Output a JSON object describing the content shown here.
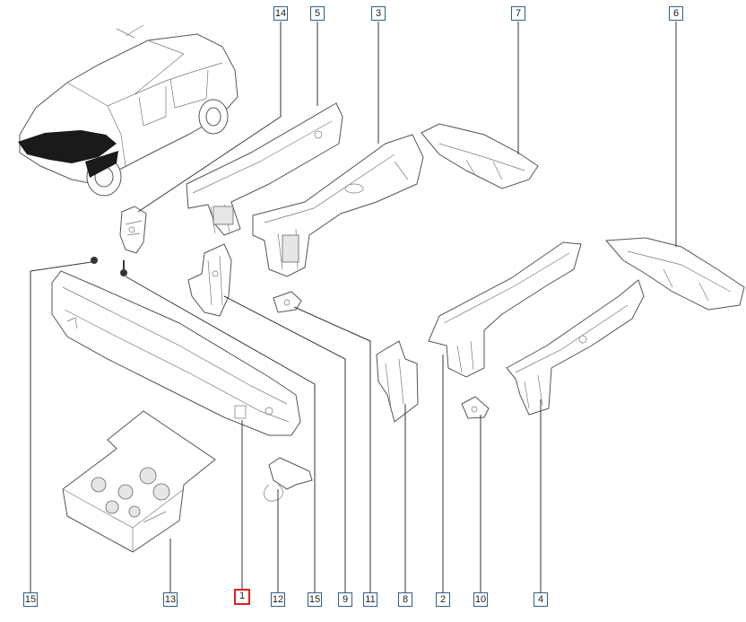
{
  "callouts": [
    {
      "id": "c14",
      "label": "14",
      "selected": false
    },
    {
      "id": "c5",
      "label": "5",
      "selected": false
    },
    {
      "id": "c3",
      "label": "3",
      "selected": false
    },
    {
      "id": "c7",
      "label": "7",
      "selected": false
    },
    {
      "id": "c6",
      "label": "6",
      "selected": false
    },
    {
      "id": "c15a",
      "label": "15",
      "selected": false
    },
    {
      "id": "c13",
      "label": "13",
      "selected": false
    },
    {
      "id": "c1",
      "label": "1",
      "selected": true
    },
    {
      "id": "c12",
      "label": "12",
      "selected": false
    },
    {
      "id": "c15b",
      "label": "15",
      "selected": false
    },
    {
      "id": "c9",
      "label": "9",
      "selected": false
    },
    {
      "id": "c11",
      "label": "11",
      "selected": false
    },
    {
      "id": "c8",
      "label": "8",
      "selected": false
    },
    {
      "id": "c2",
      "label": "2",
      "selected": false
    },
    {
      "id": "c10",
      "label": "10",
      "selected": false
    },
    {
      "id": "c4",
      "label": "4",
      "selected": false
    }
  ],
  "colors": {
    "callout_border": "#2f5d8c",
    "selected_border": "#e0211c",
    "line": "#333333",
    "part_fill": "#ffffff",
    "part_shade": "#e6e6e6",
    "highlight_area": "#1a1a1a"
  }
}
